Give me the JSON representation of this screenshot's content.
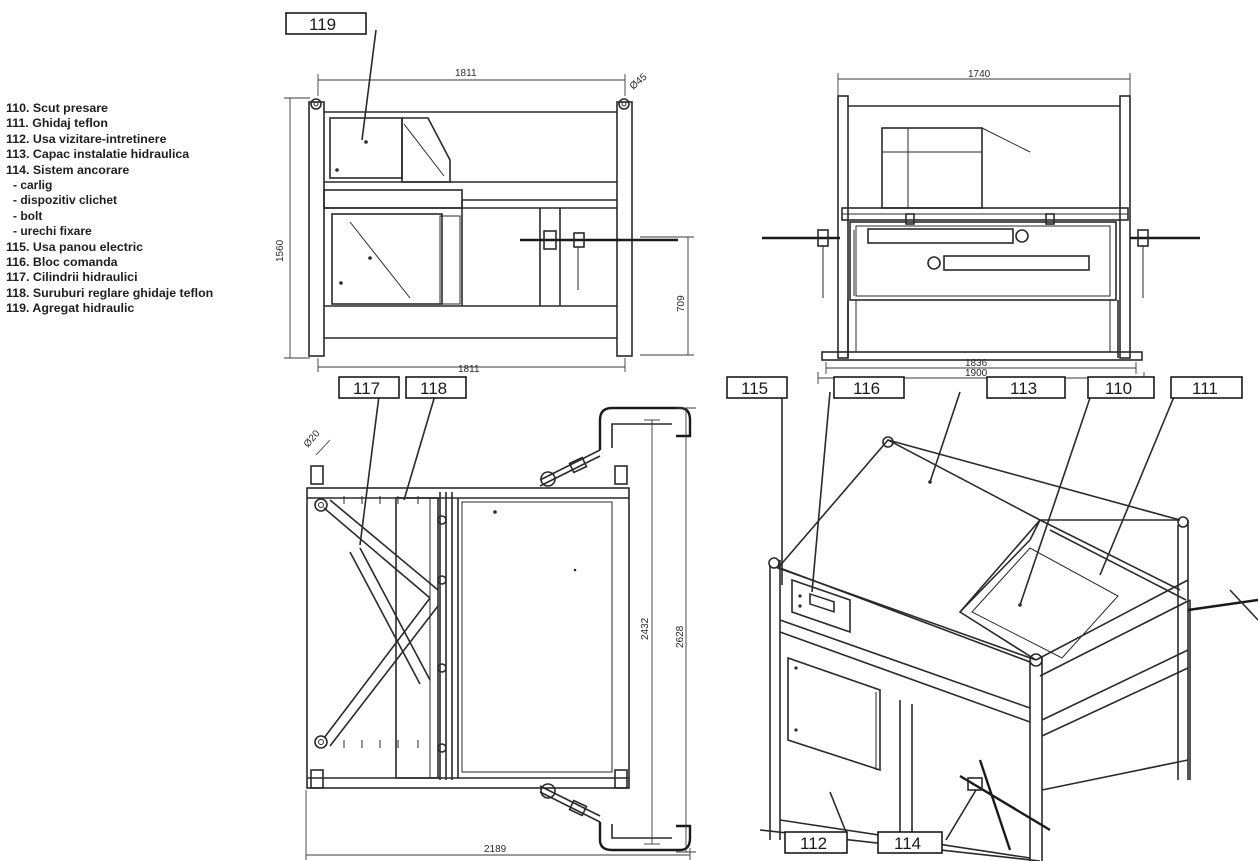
{
  "legend": [
    {
      "text": "110. Scut presare",
      "kind": "item"
    },
    {
      "text": "111. Ghidaj teflon",
      "kind": "item"
    },
    {
      "text": "112. Usa vizitare-intretinere",
      "kind": "item"
    },
    {
      "text": "113. Capac instalatie hidraulica",
      "kind": "item"
    },
    {
      "text": "114. Sistem ancorare",
      "kind": "item"
    },
    {
      "text": "- carlig",
      "kind": "sub"
    },
    {
      "text": "- dispozitiv clichet",
      "kind": "sub"
    },
    {
      "text": "- bolt",
      "kind": "sub"
    },
    {
      "text": "- urechi fixare",
      "kind": "sub"
    },
    {
      "text": "115. Usa panou electric",
      "kind": "item"
    },
    {
      "text": "116. Bloc comanda",
      "kind": "item"
    },
    {
      "text": "117. Cilindrii hidraulici",
      "kind": "item"
    },
    {
      "text": "118. Suruburi reglare ghidaje teflon",
      "kind": "wrap"
    },
    {
      "text": "119. Agregat hidraulic",
      "kind": "item"
    }
  ],
  "callouts": {
    "c119": "119",
    "c117": "117",
    "c118": "118",
    "c115": "115",
    "c116": "116",
    "c113": "113",
    "c110": "110",
    "c111": "111",
    "c112": "112",
    "c114": "114"
  },
  "dimensions": {
    "front_width_top": "1811",
    "front_width_bottom": "1811",
    "front_height": "1560",
    "front_lower_height": "709",
    "front_post": "Ø45",
    "side_width_top": "1740",
    "side_base_inner": "1836",
    "side_base_outer": "1900",
    "plan_width": "2189",
    "plan_depth_inner": "2432",
    "plan_depth_outer": "2628",
    "plan_post": "Ø20"
  }
}
